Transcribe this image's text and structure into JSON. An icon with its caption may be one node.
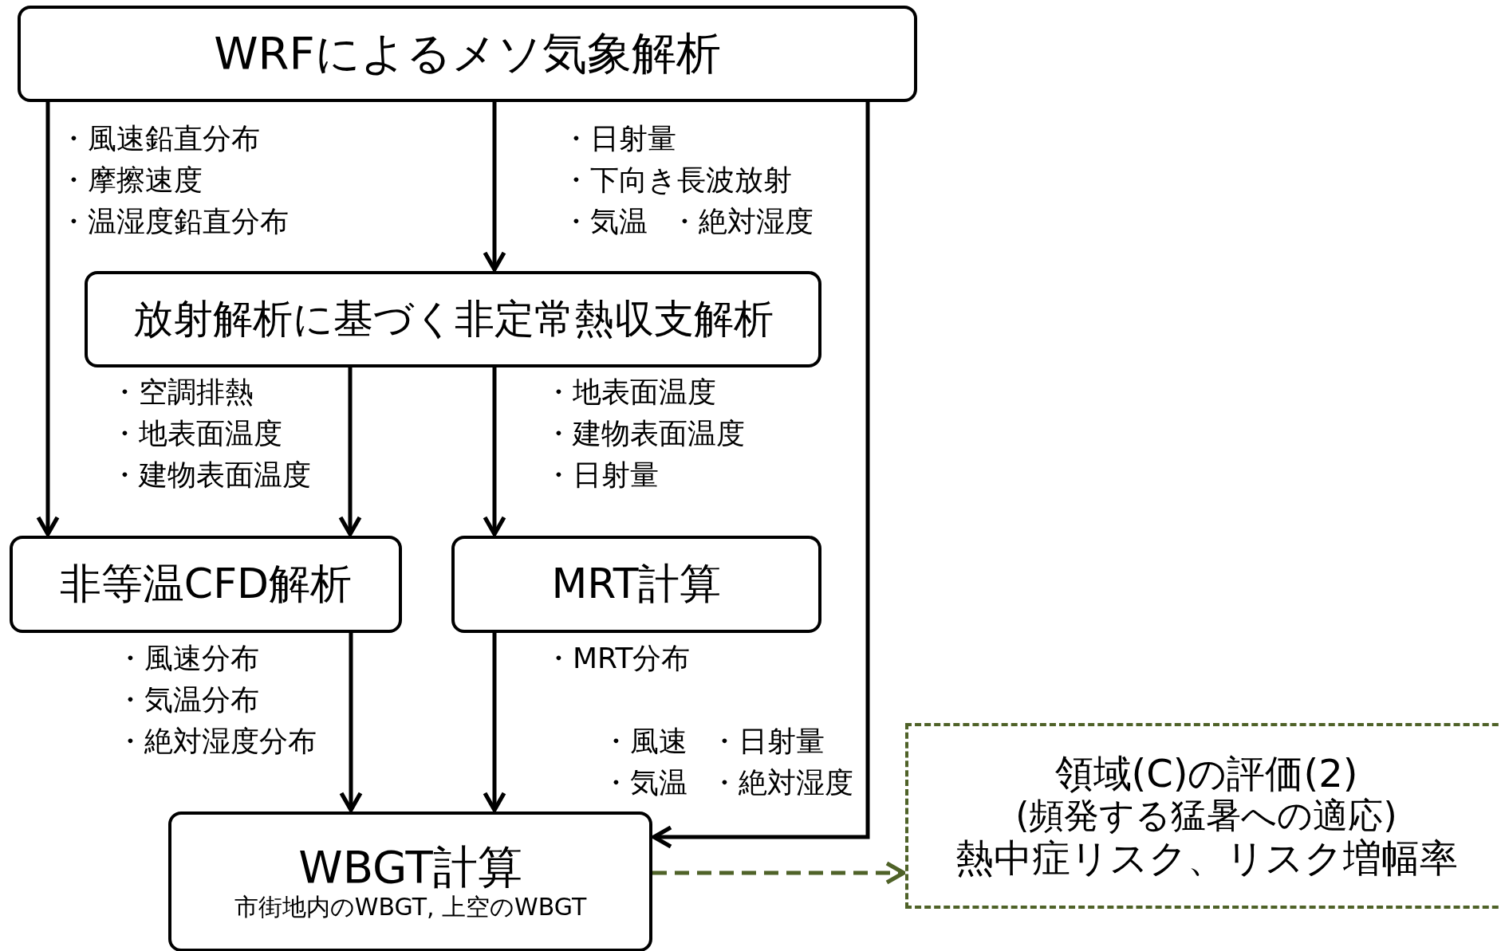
{
  "diagram": {
    "nodes": [
      {
        "text": [
          "WRFによるメソ気象解析"
        ]
      },
      {
        "text": [
          "放射解析に基づく非定常熱収支解析"
        ]
      },
      {
        "text": [
          "非等温CFD解析"
        ]
      },
      {
        "text": [
          "MRT計算"
        ]
      },
      {
        "text": [
          "WBGT計算",
          "市街地内のWBGT, 上空のWBGT"
        ]
      },
      {
        "text": [
          "領域(C)の評価(2)",
          "(頻発する猛暑への適応)",
          "熱中症リスク、リスク増幅率"
        ]
      }
    ],
    "edges": [
      {
        "from": 0,
        "to": 2,
        "arrow": "to"
      },
      {
        "from": 0,
        "to": 1,
        "arrow": "to"
      },
      {
        "from": 0,
        "to": 4,
        "arrow": "to"
      },
      {
        "from": 1,
        "to": 2,
        "arrow": "to"
      },
      {
        "from": 1,
        "to": 3,
        "arrow": "to"
      },
      {
        "from": 2,
        "to": 4,
        "arrow": "to"
      },
      {
        "from": 3,
        "to": 4,
        "arrow": "to"
      },
      {
        "from": 4,
        "to": 5,
        "arrow": "to",
        "style": "dashed",
        "color": "#4f6228"
      }
    ],
    "labels": [
      "・風速鉛直分布",
      "・摩擦速度",
      "・温湿度鉛直分布",
      "・日射量",
      "・下向き長波放射",
      "・気温",
      "・絶対湿度",
      "・空調排熱",
      "・地表面温度",
      "・建物表面温度",
      "・地表面温度",
      "・建物表面温度",
      "・日射量",
      "・風速分布",
      "・気温分布",
      "・絶対湿度分布",
      "・MRT分布",
      "・風速",
      "・日射量",
      "・気温",
      "・絶対湿度"
    ]
  }
}
